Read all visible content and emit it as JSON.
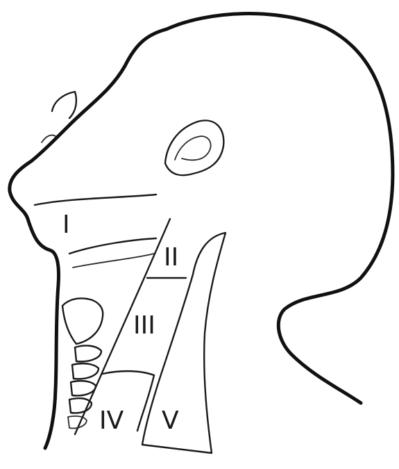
{
  "colors": {
    "stroke": "#111111",
    "background": "#ffffff"
  },
  "regions": [
    {
      "id": "level-1",
      "label": "I"
    },
    {
      "id": "level-2",
      "label": "II"
    },
    {
      "id": "level-3",
      "label": "III"
    },
    {
      "id": "level-4",
      "label": "IV"
    },
    {
      "id": "level-5",
      "label": "V"
    }
  ]
}
